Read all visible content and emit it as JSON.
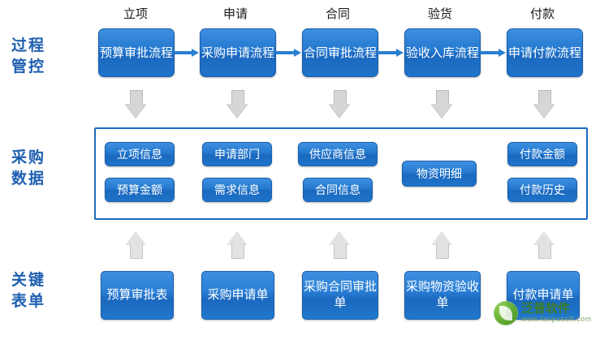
{
  "columns": [
    {
      "label": "立项"
    },
    {
      "label": "申请"
    },
    {
      "label": "合同"
    },
    {
      "label": "验货"
    },
    {
      "label": "付款"
    }
  ],
  "rows": {
    "process": {
      "line1": "过程",
      "line2": "管控"
    },
    "data": {
      "line1": "采购",
      "line2": "数据"
    },
    "forms": {
      "line1": "关键",
      "line2": "表单"
    }
  },
  "process_boxes": [
    {
      "text": "预算审批流程"
    },
    {
      "text": "采购申请流程"
    },
    {
      "text": "合同审批流程"
    },
    {
      "text": "验收入库流程"
    },
    {
      "text": "申请付款流程"
    }
  ],
  "data_boxes": {
    "col1": [
      "立项信息",
      "预算金额"
    ],
    "col2": [
      "申请部门",
      "需求信息"
    ],
    "col3": [
      "供应商信息",
      "合同信息"
    ],
    "col4": [
      "物资明细"
    ],
    "col5": [
      "付款金额",
      "付款历史"
    ]
  },
  "form_boxes": [
    {
      "text": "预算审批表"
    },
    {
      "text": "采购申请单"
    },
    {
      "text": "采购合同审批单"
    },
    {
      "text": "采购物资验收单"
    },
    {
      "text": "付款申请单"
    }
  ],
  "logo": {
    "title": "泛普软件",
    "subtitle": "www.fanpusoft.com"
  },
  "colors": {
    "accent_blue": "#1f74c9",
    "label_blue": "#1f5fb0",
    "frame_blue": "#1b6bbf",
    "arrow_grey": "#d6d6d6",
    "logo_green": "#3f7d1e"
  }
}
